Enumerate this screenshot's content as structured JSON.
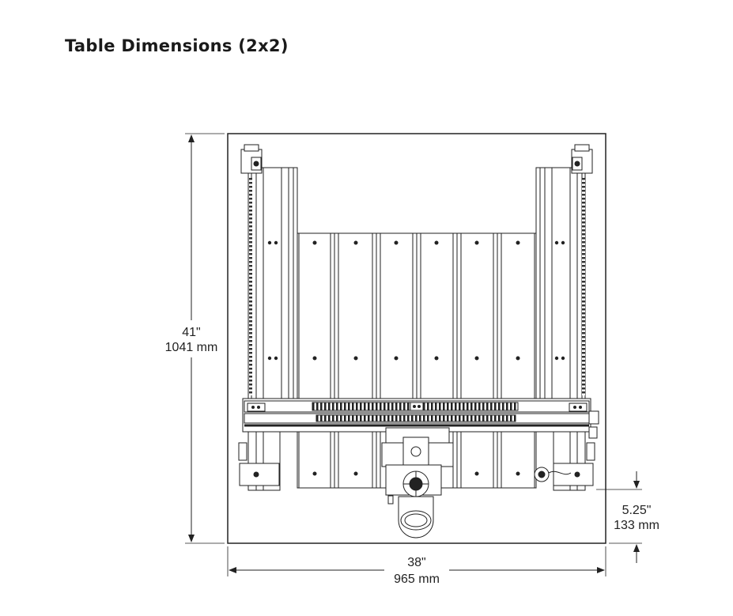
{
  "title": "Table Dimensions (2x2)",
  "dimensions": {
    "height": {
      "imperial": "41\"",
      "metric": "1041 mm"
    },
    "width": {
      "imperial": "38\"",
      "metric": "965 mm"
    },
    "overhang": {
      "imperial": "5.25\"",
      "metric": "133 mm"
    }
  }
}
